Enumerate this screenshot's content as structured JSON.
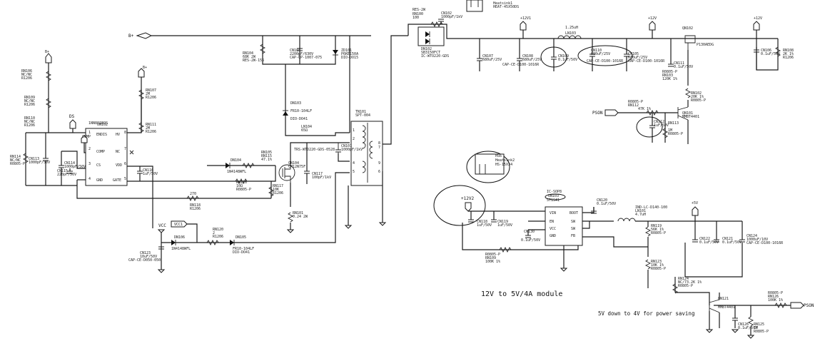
{
  "net_labels": {
    "b_plus": "B+",
    "b_plus_2": "B+",
    "b_plus_3": "B+",
    "ds": "DS",
    "vcc": "VCC",
    "vcc1": "VCC1",
    "plus12v1": "+12V1",
    "plus12v2": "+12V2",
    "plus12v": "+12V",
    "plus12v_b": "+12V",
    "plus5v": "+5V",
    "pson": "PSON",
    "pson_b": "PSON"
  },
  "pins": {
    "comp": "COMP"
  },
  "heatsink_top": {
    "ref": "Heatsink1",
    "part": "HEAT-45X50DS"
  },
  "heatsink_mid": {
    "ref": "HS6",
    "part": "Heatsink2",
    "pkg": "HS-15X34"
  },
  "ic_main": {
    "ref": "UN102",
    "part": "1NN801BQS",
    "pins": {
      "endis": "ENDIS",
      "hv": "HV",
      "comp": "COMP",
      "nc": "NC",
      "cs": "CS",
      "vdd": "VDD",
      "gnd": "GND",
      "gate": "GATE"
    }
  },
  "ic_buck": {
    "ref": "UN103",
    "part": "ST1S41",
    "tag": "IC-SOP8",
    "pins": {
      "vin": "VIN",
      "en": "EN",
      "vcc": "VCC",
      "gnd": "GND",
      "boot": "BOOT",
      "sw1": "SW",
      "sw2": "SW",
      "fb": "FB"
    }
  },
  "components": {
    "rn106": [
      "RN106",
      "NC/NC",
      "R1206"
    ],
    "rn109": [
      "RN109",
      "NC/NC",
      "R1206"
    ],
    "rn110": [
      "RN110",
      "NC/NC",
      "R1206"
    ],
    "rn114": [
      "RN114",
      "NC/NC",
      "R0805-P"
    ],
    "cn113": [
      "CN113",
      "1000pF/50V"
    ],
    "cn114": [
      "CN114",
      "1000pF/50V"
    ],
    "cn115": [
      "CN115",
      "220pF/50V"
    ],
    "cn116": [
      "CN116",
      "1uF/50V"
    ],
    "rn107": [
      "RN107",
      "2M",
      "R1206"
    ],
    "rn111": [
      "RN111",
      "2M",
      "R1206"
    ],
    "rn104": [
      "RN104",
      "68K 2W",
      "RES-2W-156"
    ],
    "cn104": [
      "CN104",
      "2200pF/630V",
      "CAP-CP-1007-075"
    ],
    "zd101": [
      "ZD101",
      "P6KE150A",
      "DIO-DO15"
    ],
    "dn103": [
      "DN103",
      "FR10-104LF",
      "DIO-DO41"
    ],
    "ln104": [
      "LN104",
      "65Ω"
    ],
    "dn104": [
      "DN104",
      "1N4148WFL"
    ],
    "rn105": [
      "RN105",
      "R0805-P"
    ],
    "rn115": [
      "RN115",
      "47.1%"
    ],
    "rn116": [
      "RN116",
      "10Ω",
      "R0805-P"
    ],
    "qn104": [
      "QN104",
      "CM12N75F"
    ],
    "rn117": [
      "RN117",
      "10K",
      "R1206"
    ],
    "cn117": [
      "CN117",
      "100pF/1kV"
    ],
    "tn101": [
      "TN101",
      "SPT-004"
    ],
    "trs": [
      "TRS-WTO220-GDS-0528"
    ],
    "cn101": [
      "CN101",
      "1000pF/1kV"
    ],
    "rn118": [
      "RN118",
      "270",
      "R1206"
    ],
    "rn101": [
      "RN101",
      "0.24 2W"
    ],
    "rn120": [
      "RN120",
      "2",
      "R1206"
    ],
    "dn106": [
      "DN106",
      "1N4148WFL"
    ],
    "dn105": [
      "DN105",
      "FR10-104LF",
      "DIO-DO41"
    ],
    "cn123": [
      "CN123",
      "10uF/50V",
      "CAP-CE-D050-050"
    ],
    "rn100": [
      "RES-2W",
      "RN100",
      "100"
    ],
    "cn102": [
      "CN102",
      "1000pF/1kV"
    ],
    "dn102": [
      "DN102",
      "SB3150FCT",
      "IC-WTO220-GDS"
    ],
    "cn107": [
      "CN107",
      "680uF/25V"
    ],
    "cn108": [
      "CN108",
      "680uF/25V",
      "CAP-CE-D100-1016R"
    ],
    "cn109": [
      "CN109",
      "0.1uF/50V"
    ],
    "ln103": [
      "1.25uH",
      "LN103"
    ],
    "cn110": [
      "CN110",
      "680uF/25V",
      "CAP-CE-D100-1016R"
    ],
    "cn105": [
      "CN105",
      "680uF/25V",
      "CAP-CE-D100-1016R"
    ],
    "cn111": [
      "CN111",
      "0.1uF/50V"
    ],
    "rn103": [
      "R0805-P",
      "RN103",
      "120K 1%"
    ],
    "qn102": [
      "QN102",
      "P130AEDG"
    ],
    "cn106": [
      "CN106",
      "0.1uF/50V"
    ],
    "rn108": [
      "RN108",
      "2K 1%",
      "R1206"
    ],
    "rn102": [
      "RN102",
      "20K 1%",
      "R0805-P"
    ],
    "rn112": [
      "R0805-P",
      "RN112",
      "47K 1%"
    ],
    "qn101": [
      "QN101",
      "MMBT4401"
    ],
    "cn112": [
      "CN112",
      "1uF/50V"
    ],
    "rn113": [
      "RN113",
      "1M",
      "R0805-P"
    ],
    "cn118": [
      "CN118",
      "1uF/50V"
    ],
    "cn119": [
      "CN119",
      "1uF/50V"
    ],
    "cn130": [
      "CN130",
      "0.1uF/50V"
    ],
    "rn109b": [
      "R0805-P",
      "RN109",
      "100K 1%"
    ],
    "cn120": [
      "CN120",
      "0.1uF/50V"
    ],
    "ln101": [
      "IND-LC-D140-100",
      "LN101",
      "4.7uH"
    ],
    "rn119": [
      "RN119",
      "56K 1%",
      "R0805-P"
    ],
    "cn122": [
      "CN122",
      "0.1uF/50V"
    ],
    "cn121": [
      "CN121",
      "0.1uF/50V"
    ],
    "cn124": [
      "CN124",
      "1000uF/10V",
      "CAP-CE-D100-1016R"
    ],
    "rn123": [
      "RN123",
      "10K 1%",
      "R0805-P"
    ],
    "rn124": [
      "RN124",
      "NC/73.2K 1%",
      "R0805-P"
    ],
    "qn121": [
      "QN121",
      "MMBT4401"
    ],
    "rn125": [
      "R0805-P",
      "RN126",
      "100K 1%"
    ],
    "cn126": [
      "CN126",
      "0.1uF/50V"
    ],
    "rn126": [
      "RN125",
      "1M",
      "R0805-P"
    ]
  },
  "captions": {
    "module": "12V to 5V/4A module",
    "saving": "5V down to 4V for power saving"
  }
}
